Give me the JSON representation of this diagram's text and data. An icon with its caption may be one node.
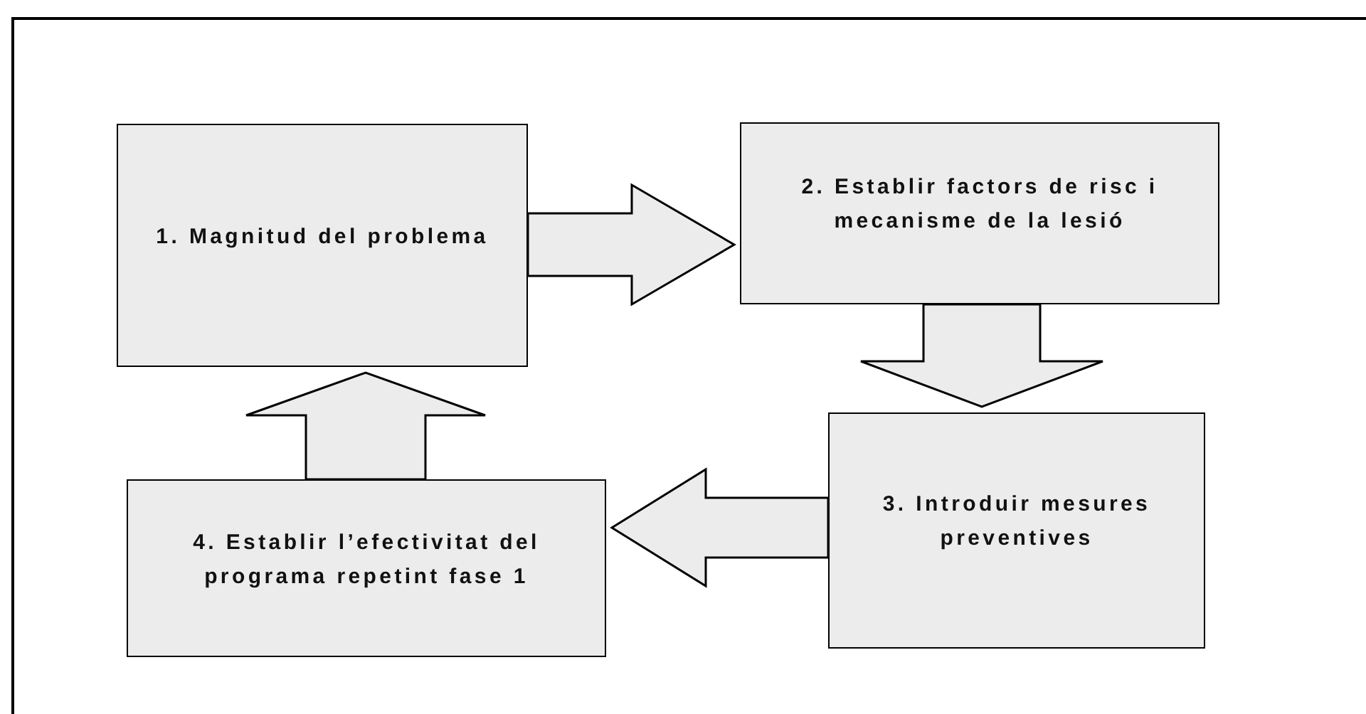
{
  "diagram": {
    "nodes": [
      {
        "text": [
          "1. Magnitud del problema"
        ]
      },
      {
        "text": [
          "2. Establir factors de risc i mecanisme de la lesió"
        ]
      },
      {
        "text": [
          "3. Introduir mesures preventives"
        ]
      },
      {
        "text": [
          "4. Establir l’efectivitat del programa repetint fase 1"
        ]
      }
    ],
    "edges": [
      {
        "from": 0,
        "to": 1,
        "arrow": "to"
      },
      {
        "from": 1,
        "to": 2,
        "arrow": "to"
      },
      {
        "from": 2,
        "to": 3,
        "arrow": "to"
      },
      {
        "from": 3,
        "to": 0,
        "arrow": "to"
      }
    ]
  }
}
